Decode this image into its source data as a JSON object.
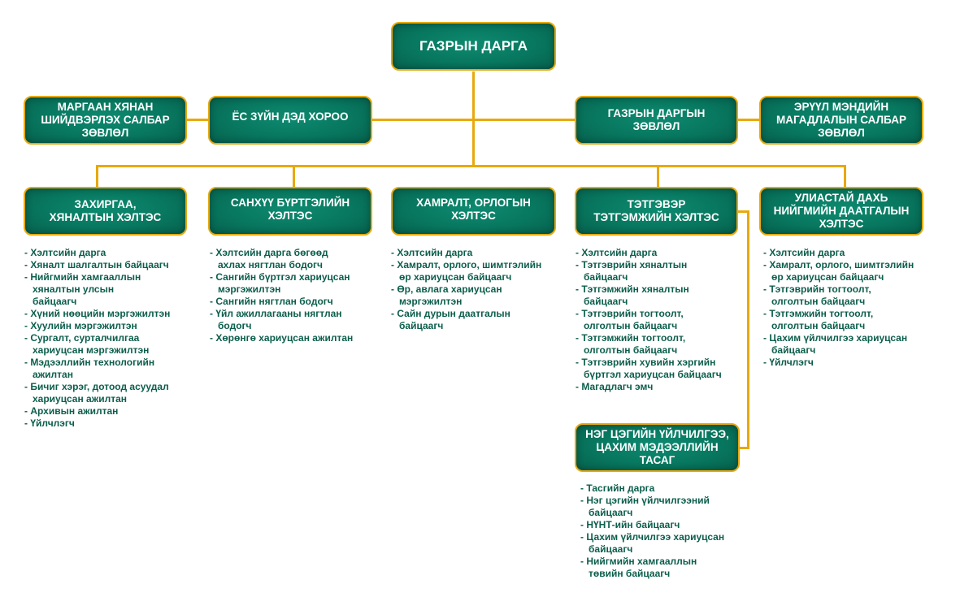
{
  "colors": {
    "box_fill": "#08775f",
    "box_border": "#e8a90f",
    "connector": "#e8a90f",
    "list_text": "#0c5e4c",
    "box_text": "#ffffff"
  },
  "head": {
    "title": "ГАЗРЫН ДАРГА"
  },
  "advisory": [
    {
      "title": "МАРГААН ХЯНАН ШИЙДВЭРЛЭХ САЛБАР ЗӨВЛӨЛ"
    },
    {
      "title": "ЁС ЗҮЙН ДЭД ХОРОО"
    },
    {
      "title": "ГАЗРЫН ДАРГЫН ЗӨВЛӨЛ"
    },
    {
      "title": "ЭРҮҮЛ МЭНДИЙН МАГАДЛАЛЫН САЛБАР ЗӨВЛӨЛ"
    }
  ],
  "departments": [
    {
      "title": "ЗАХИРГАА, ХЯНАЛТЫН ХЭЛТЭС",
      "staff": [
        "Хэлтсийн дарга",
        "Хяналт шалгалтын байцаагч",
        "Нийгмийн хамгааллын хяналтын улсын байцаагч",
        "Хүний нөөцийн мэргэжилтэн",
        "Хуулийн мэргэжилтэн",
        "Сургалт, сурталчилгаа хариуцсан мэргэжилтэн",
        "Мэдээллийн технологийн ажилтан",
        "Бичиг хэрэг, дотоод асуудал хариуцсан ажилтан",
        "Архивын ажилтан",
        "Үйлчлэгч"
      ]
    },
    {
      "title": "САНХҮҮ БҮРТГЭЛИЙН ХЭЛТЭС",
      "staff": [
        "Хэлтсийн дарга бөгөөд ахлах нягтлан бодогч",
        "Сангийн бүртгэл хариуцсан мэргэжилтэн",
        "Сангийн нягтлан бодогч",
        "Үйл ажиллагааны нягтлан бодогч",
        "Хөрөнгө хариуцсан ажилтан"
      ]
    },
    {
      "title": "ХАМРАЛТ, ОРЛОГЫН ХЭЛТЭС",
      "staff": [
        "Хэлтсийн дарга",
        "Хамралт, орлого, шимтгэлийн өр хариуцсан байцаагч",
        "Өр, авлага хариуцсан мэргэжилтэн",
        "Сайн дурын даатгалын байцаагч"
      ]
    },
    {
      "title": "ТЭТГЭВЭР ТЭТГЭМЖИЙН ХЭЛТЭС",
      "staff": [
        "Хэлтсийн дарга",
        "Тэтгэврийн хяналтын байцаагч",
        "Тэтгэмжийн хяналтын байцаагч",
        "Тэтгэврийн тогтоолт, олголтын байцаагч",
        "Тэтгэмжийн тогтоолт, олголтын байцаагч",
        "Тэтгэврийн хувийн хэргийн бүртгэл хариуцсан байцаагч",
        "Магадлагч эмч"
      ]
    },
    {
      "title": "УЛИАСТАЙ ДАХЬ НИЙГМИЙН ДААТГАЛЫН ХЭЛТЭС",
      "staff": [
        "Хэлтсийн дарга",
        "Хамралт, орлого, шимтгэлийн өр хариуцсан байцаагч",
        "Тэтгэврийн тогтоолт, олголтын байцаагч",
        "Тэтгэмжийн тогтоолт, олголтын байцаагч",
        "Цахим үйлчилгээ хариуцсан байцаагч",
        "Үйлчлэгч"
      ]
    }
  ],
  "sub_unit": {
    "title": "НЭГ ЦЭГИЙН ҮЙЛЧИЛГЭЭ, ЦАХИМ МЭДЭЭЛЛИЙН ТАСАГ",
    "staff": [
      "Тасгийн дарга",
      "Нэг цэгийн үйлчилгээний байцаагч",
      "НҮНТ-ийн байцаагч",
      "Цахим үйлчилгээ хариуцсан байцаагч",
      "Нийгмийн хамгааллын төвийн байцаагч"
    ]
  }
}
